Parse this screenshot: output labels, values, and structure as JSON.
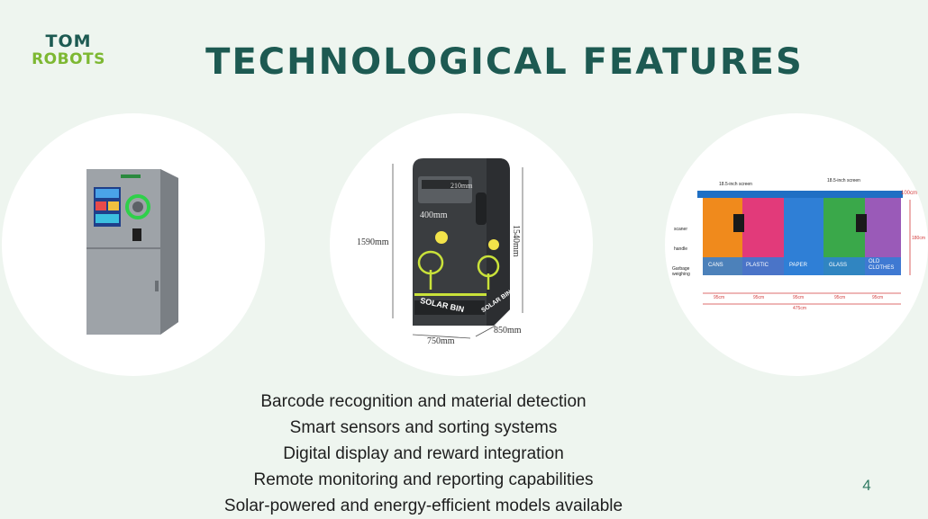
{
  "logo": {
    "line1": "TOM",
    "line2": "ROBOTS"
  },
  "title": "TECHNOLOGICAL FEATURES",
  "images": {
    "solar_bin": {
      "top_width": "400mm",
      "depth": "210mm",
      "height_left": "1590mm",
      "height_right": "1540mm",
      "bottom_width": "750mm",
      "bottom_depth": "850mm",
      "label_front": "SOLAR BIN",
      "label_side": "SOLAR BIN"
    },
    "sorting_station": {
      "screen_left": "18.5-inch screen",
      "screen_right": "18.5-inch screen",
      "height_top": "100cm",
      "height_side": "180cm",
      "labels": [
        "scaner",
        "handle",
        "Garbage weighing"
      ],
      "bins": [
        "CANS",
        "PLASTIC",
        "PAPER",
        "GLASS",
        "OLD CLOTHES"
      ],
      "bin_width": "95cm",
      "total_width": "475cm"
    }
  },
  "features": [
    "Barcode recognition and material detection",
    "Smart sensors and sorting systems",
    "Digital display and reward integration",
    "Remote monitoring and reporting capabilities",
    "Solar-powered and energy-efficient models available"
  ],
  "page_number": "4",
  "colors": {
    "background": "#eef5ef",
    "title": "#1d5a52",
    "logo_accent": "#7db832",
    "page_number": "#2f7a62",
    "bin_cans": "#f08a1c",
    "bin_plastic": "#e23a7a",
    "bin_paper": "#2f7fd6",
    "bin_glass": "#3aa84a",
    "bin_clothes": "#9a5ab8"
  }
}
